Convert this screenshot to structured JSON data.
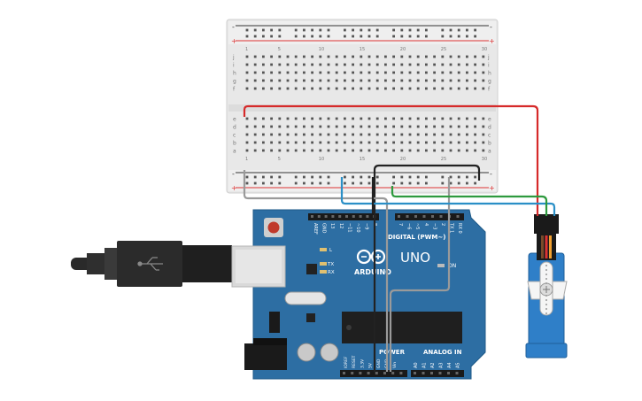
{
  "breadboard": {
    "rows_top": [
      "j",
      "i",
      "h",
      "g",
      "f"
    ],
    "rows_bottom": [
      "e",
      "d",
      "c",
      "b",
      "a"
    ],
    "column_numbers": [
      "1",
      "5",
      "10",
      "15",
      "20",
      "25",
      "30"
    ],
    "rail_plus": "+",
    "rail_minus": "-"
  },
  "arduino": {
    "brand": "ARDUINO",
    "model": "UNO",
    "digital_label": "DIGITAL (PWM~)",
    "power_label": "POWER",
    "analog_label": "ANALOG IN",
    "on_label": "ON",
    "led_l": "L",
    "led_tx": "TX",
    "led_rx": "RX",
    "digital_pins": [
      "AREF",
      "GND",
      "13",
      "12",
      "~11",
      "~10",
      "~9",
      "8",
      "7",
      "~6",
      "~5",
      "4",
      "~3",
      "2",
      "TX 1",
      "RX 0"
    ],
    "power_pins": [
      "IOREF",
      "RESET",
      "3.3V",
      "5V",
      "GND",
      "GND",
      "Vin"
    ],
    "analog_pins": [
      "A0",
      "A1",
      "A2",
      "A3",
      "A4",
      "A5"
    ]
  },
  "wires": [
    {
      "name": "red-power-wire",
      "color": "#d62a2a"
    },
    {
      "name": "black-ground-wire",
      "color": "#222222"
    },
    {
      "name": "gray-5v-wire",
      "color": "#9a9a9a"
    },
    {
      "name": "blue-signal-wire",
      "color": "#2a8fc7"
    },
    {
      "name": "green-signal-wire",
      "color": "#2e9a3e"
    }
  ],
  "colors": {
    "board": "#2d6ea3",
    "board_dark": "#1f5a88",
    "breadboard": "#e7e7e7",
    "servo": "#2f7fc8"
  }
}
